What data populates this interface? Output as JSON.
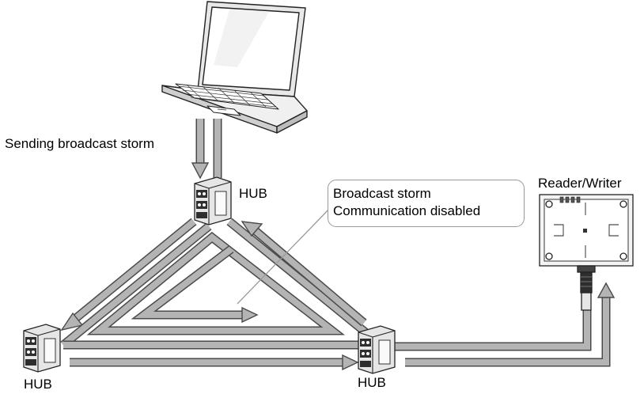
{
  "labels": {
    "sending": "Sending broadcast storm",
    "hub_top": "HUB",
    "hub_left": "HUB",
    "hub_right": "HUB",
    "reader_writer": "Reader/Writer"
  },
  "callout": {
    "line1": "Broadcast storm",
    "line2": "Communication disabled"
  },
  "colors": {
    "arrow_fill": "#b4b4b4",
    "arrow_stroke": "#4a4a4a",
    "device_body": "#e6e6e6",
    "device_dark": "#2e2e2e",
    "line": "#222222"
  },
  "icons": [
    "laptop-icon",
    "hub-switch-icon",
    "reader-writer-icon"
  ]
}
